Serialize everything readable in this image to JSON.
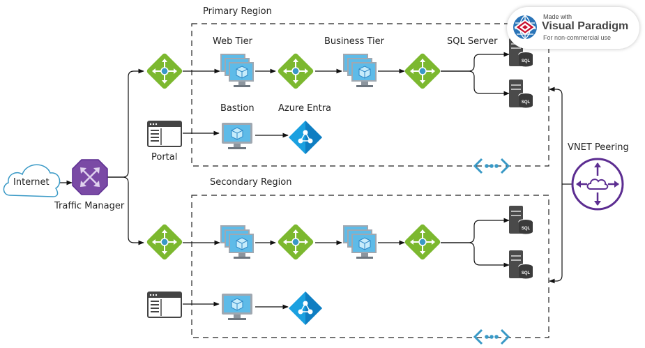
{
  "regions": {
    "primary": "Primary Region",
    "secondary": "Secondary Region"
  },
  "labels": {
    "internet": "Internet",
    "traffic_manager": "Traffic Manager",
    "web_tier": "Web Tier",
    "business_tier": "Business Tier",
    "sql_server": "SQL Server",
    "bastion": "Bastion",
    "azure_entra": "Azure Entra",
    "portal": "Portal",
    "vnet_peering": "VNET Peering"
  },
  "watermark": {
    "line1": "Made with",
    "line2": "Visual Paradigm",
    "line3": "For non-commercial use"
  },
  "colors": {
    "lb_green": "#7cb82f",
    "vm_blue": "#3999c6",
    "traffic_purple": "#7a4aa5",
    "entra_blue": "#1aa0e0",
    "peering_purple": "#5c2d91",
    "sql_dark": "#4a4a4a"
  }
}
